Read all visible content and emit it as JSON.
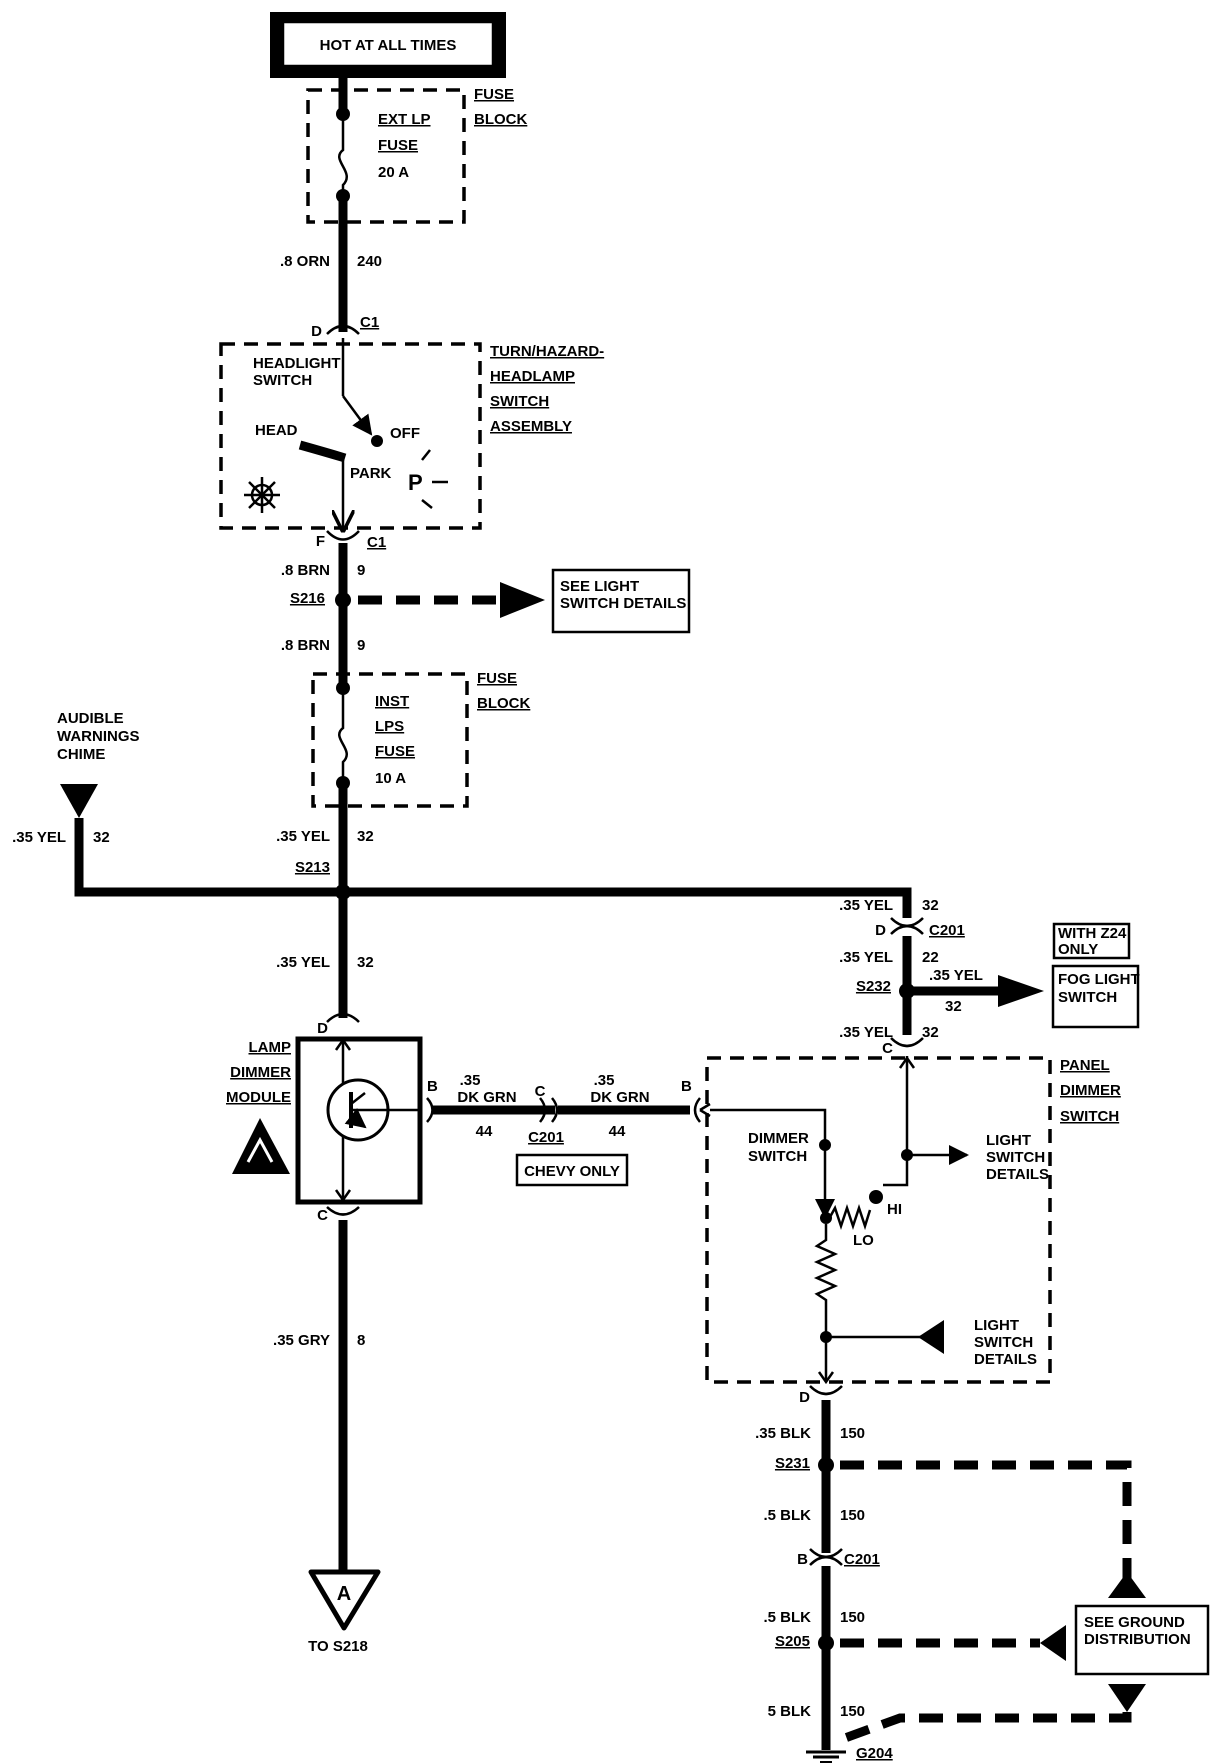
{
  "header": {
    "power_label": "HOT AT ALL TIMES"
  },
  "fuse_ext": {
    "block": [
      "FUSE",
      "BLOCK"
    ],
    "name": [
      "EXT LP",
      "FUSE"
    ],
    "rating": "20 A"
  },
  "wire_240": {
    "gauge": ".8 ORN",
    "circuit": "240"
  },
  "conn_c1_top": {
    "pin": "D",
    "name": "C1"
  },
  "headlamp_switch": {
    "assembly": [
      "TURN/HAZARD-",
      "HEADLAMP",
      "SWITCH",
      "ASSEMBLY"
    ],
    "name": [
      "HEADLIGHT",
      "SWITCH"
    ],
    "pos_head": "HEAD",
    "pos_off": "OFF",
    "pos_park": "PARK",
    "park_symbol": "P"
  },
  "conn_c1_bot": {
    "pin": "F",
    "name": "C1"
  },
  "wire_9a": {
    "gauge": ".8 BRN",
    "circuit": "9"
  },
  "splice_s216": {
    "name": "S216",
    "ref": [
      "SEE LIGHT",
      "SWITCH DETAILS"
    ]
  },
  "wire_9b": {
    "gauge": ".8 BRN",
    "circuit": "9"
  },
  "fuse_inst": {
    "block": [
      "FUSE",
      "BLOCK"
    ],
    "name": [
      "INST",
      "LPS",
      "FUSE"
    ],
    "rating": "10 A"
  },
  "chime": {
    "name": [
      "AUDIBLE",
      "WARNINGS",
      "CHIME"
    ],
    "gauge": ".35 YEL",
    "circuit": "32"
  },
  "wire_32a": {
    "gauge": ".35 YEL",
    "circuit": "32"
  },
  "splice_s213": {
    "name": "S213"
  },
  "wire_32b": {
    "gauge": ".35 YEL",
    "circuit": "32"
  },
  "lamp_dimmer": {
    "name": [
      "LAMP",
      "DIMMER",
      "MODULE"
    ],
    "pin_d": "D",
    "pin_b": "B",
    "pin_c": "C"
  },
  "wire_44": {
    "gauge1": ".35",
    "color1": "DK GRN",
    "circuit1": "44",
    "gauge2": ".35",
    "color2": "DK GRN",
    "circuit2": "44",
    "conn_pin": "C",
    "conn_name": "C201",
    "note": "CHEVY ONLY"
  },
  "wire_8": {
    "gauge": ".35 GRY",
    "circuit": "8"
  },
  "offpage": {
    "letter": "A",
    "to": "TO S218"
  },
  "right_branch": {
    "w1_gauge": ".35 YEL",
    "w1_circuit": "32",
    "c201_pin": "D",
    "c201_name": "C201",
    "w2_gauge": ".35 YEL",
    "w2_circuit": "22",
    "s232": "S232",
    "fog_gauge": ".35 YEL",
    "fog_circuit": "32",
    "fog_option": [
      "WITH Z24",
      "ONLY"
    ],
    "fog_switch": [
      "FOG LIGHT",
      "SWITCH"
    ],
    "w3_gauge": ".35 YEL",
    "w3_circuit": "32",
    "pin_c": "C"
  },
  "panel_dimmer": {
    "name": [
      "PANEL",
      "DIMMER",
      "SWITCH"
    ],
    "dimmer": [
      "DIMMER",
      "SWITCH"
    ],
    "ls1": [
      "LIGHT",
      "SWITCH",
      "DETAILS"
    ],
    "ls2": [
      "LIGHT",
      "SWITCH",
      "DETAILS"
    ],
    "hi": "HI",
    "lo": "LO",
    "pin_b": "B",
    "pin_d": "D"
  },
  "ground": {
    "w1_gauge": ".35 BLK",
    "w1_circuit": "150",
    "s231": "S231",
    "w2_gauge": ".5 BLK",
    "w2_circuit": "150",
    "c201_pin": "B",
    "c201_name": "C201",
    "w3_gauge": ".5 BLK",
    "w3_circuit": "150",
    "s205": "S205",
    "w4_gauge": "5 BLK",
    "w4_circuit": "150",
    "g204": "G204",
    "ref": [
      "SEE GROUND",
      "DISTRIBUTION"
    ]
  }
}
